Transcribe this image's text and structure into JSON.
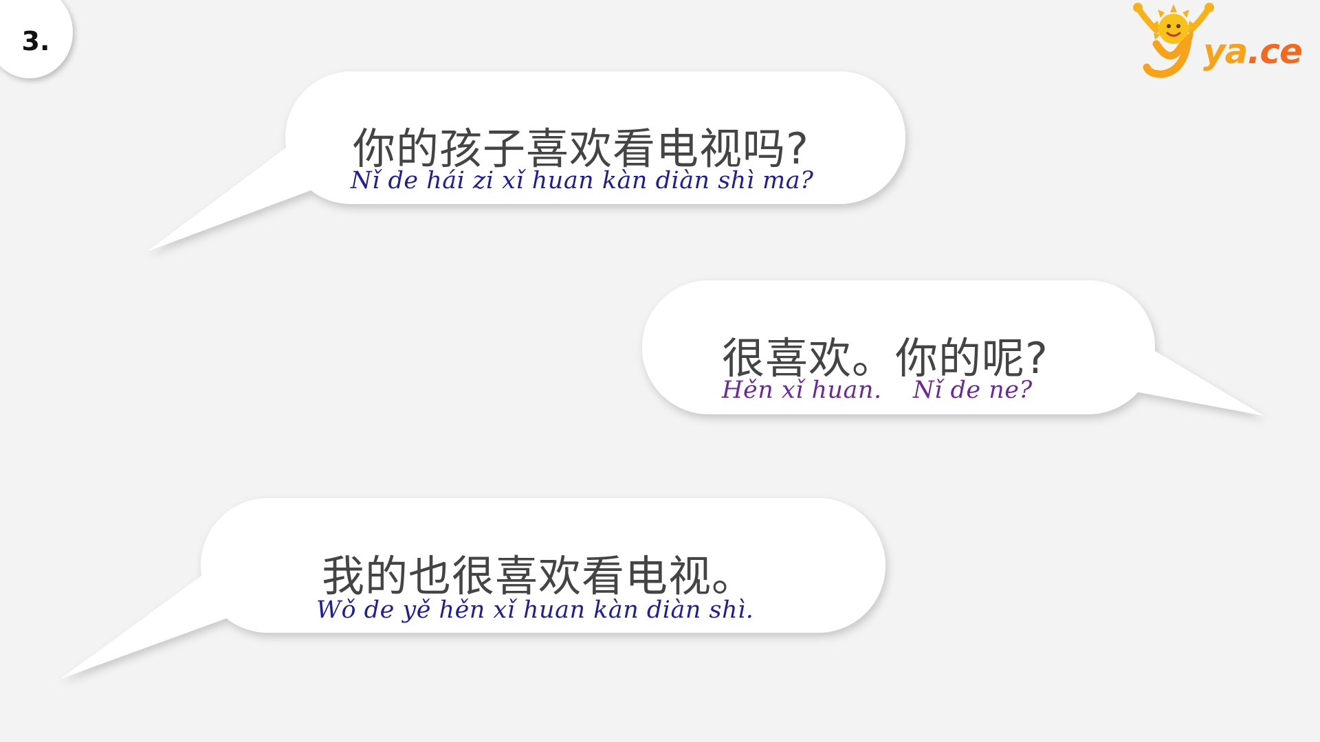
{
  "slide": {
    "number": "3."
  },
  "logo": {
    "text_main": "ya",
    "text_ext": ".ce"
  },
  "bubbles": [
    {
      "hanzi": "你的孩子喜欢看电视吗?",
      "pinyin": "Nǐ de hái zi xǐ huan kàn diàn shì ma?"
    },
    {
      "hanzi": "很喜欢。你的呢?",
      "pinyin_a": "Hěn xǐ huan.",
      "pinyin_b": "Nǐ de ne?"
    },
    {
      "hanzi": "我的也很喜欢看电视。",
      "pinyin": "Wǒ de yě hěn xǐ huan kàn diàn shì."
    }
  ],
  "colors": {
    "background": "#f3f3f3",
    "bubble": "#ffffff",
    "hanzi": "#444444",
    "pinyin_blue": "#1f1f8e",
    "pinyin_purple": "#6a2a96",
    "logo_yellow": "#f7a21b",
    "logo_orange": "#f26a1f"
  }
}
